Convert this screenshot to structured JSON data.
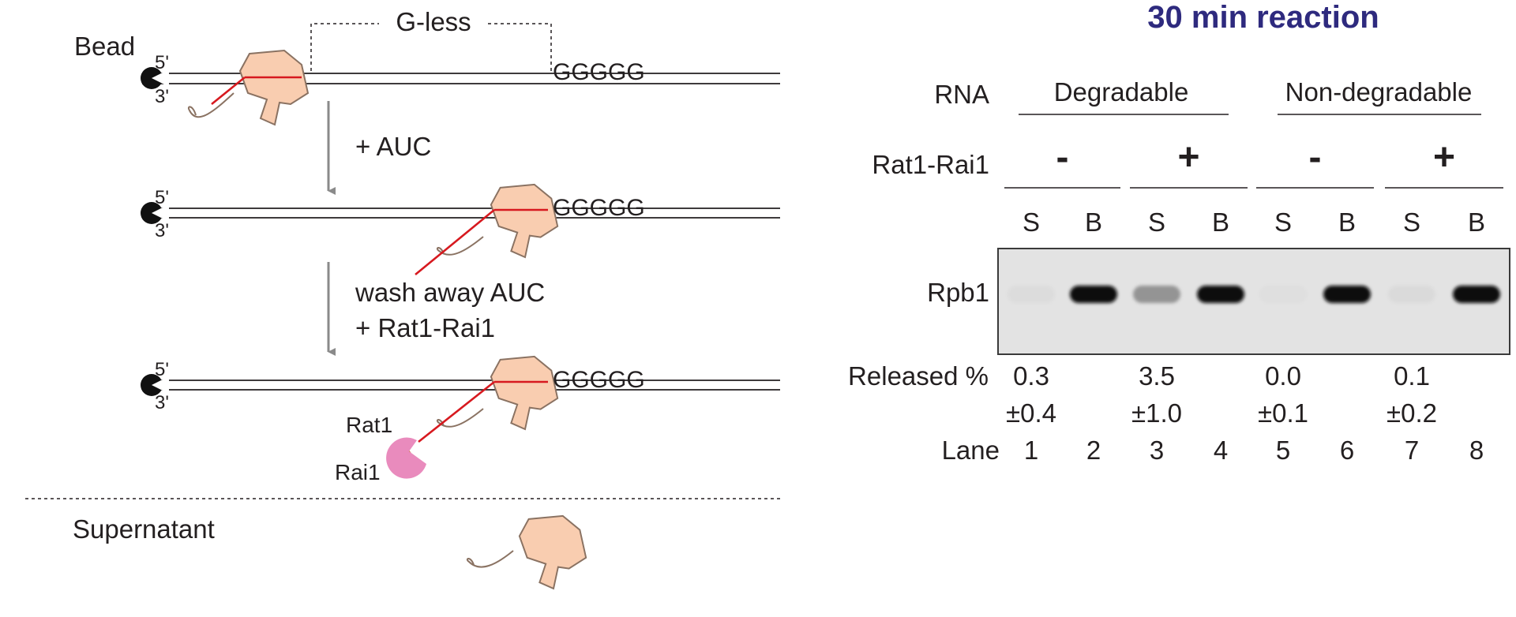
{
  "schematic": {
    "bead_label": "Bead",
    "gless_label": "G-less",
    "strand5": "5'",
    "strand3": "3'",
    "gtrack": "GGGGG",
    "step1_label": "+ AUC",
    "step2_line1": "wash away AUC",
    "step2_line2": "+ Rat1-Rai1",
    "rat1_label": "Rat1",
    "rai1_label": "Rai1",
    "supernatant_label": "Supernatant"
  },
  "gel": {
    "title": "30 min reaction",
    "rna_label": "RNA",
    "rna_groups": [
      "Degradable",
      "Non-degradable"
    ],
    "enzyme_label": "Rat1-Rai1",
    "enzyme_states": [
      "-",
      "+",
      "-",
      "+"
    ],
    "fractions": [
      "S",
      "B",
      "S",
      "B",
      "S",
      "B",
      "S",
      "B"
    ],
    "band_label": "Rpb1",
    "band_intensity": [
      0.03,
      1.0,
      0.35,
      1.0,
      0.02,
      1.0,
      0.04,
      1.0
    ],
    "released_label": "Released %",
    "released_values": [
      "0.3",
      "3.5",
      "0.0",
      "0.1"
    ],
    "released_errors": [
      "±0.4",
      "±1.0",
      "±0.1",
      "±0.2"
    ],
    "lane_label": "Lane",
    "lanes": [
      "1",
      "2",
      "3",
      "4",
      "5",
      "6",
      "7",
      "8"
    ],
    "colors": {
      "title": "#2e2a7e",
      "polymerase": "#f9cdb0",
      "rna": "#d7191f",
      "rat1": "#e98bbd",
      "rai1": "#c45a1b"
    }
  }
}
